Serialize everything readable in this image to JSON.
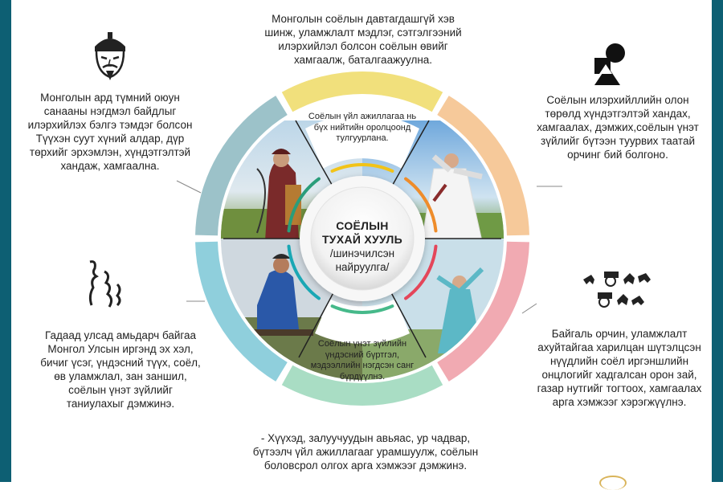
{
  "top_text": "Монголын соёлын давтагдашгүй хэв шинж, уламжлалт мэдлэг, сэтгэлгээний илэрхийлэл болсон соёлын өвийг хамгаалж, баталгаажуулна.",
  "left_top_text": "Монголын ард түмний оюун санааны нэгдмэл байдлыг илэрхийлэх бэлгэ тэмдэг болсон Түүхэн суут хүний алдар, дүр төрхийг эрхэмлэн, хүндэтгэлтэй хандаж, хамгаална.",
  "right_top_text": "Соёлын илэрхийллийн олон төрөлд хүндэтгэлтэй хандах, хамгаалах, дэмжих,соёлын үнэт зүйлийг бүтээн туурвих таатай орчинг бий болгоно.",
  "left_bottom_text": "Гадаад улсад амьдарч байгаа Монгол Улсын иргэнд эх хэл, бичиг үсэг, үндэсний түүх, соёл, өв уламжлал, зан заншил, соёлын үнэт зүйлийг таниулахыг дэмжинэ.",
  "right_bottom_text": "Байгаль орчин, уламжлалт ахуйтайгаа харилцан шүтэлцсэн нүүдлийн соёл иргэншлийн онцлогийг хадгалсан орон зай, газар нутгийг тогтоох, хамгаалах арга хэмжээг хэрэгжүүлнэ.",
  "bottom_text": "- Хүүхэд, залуучуудын авьяас, ур чадвар, бүтээлч үйл ажиллагааг урамшуулж, соёлын боловсрол олгох арга хэмжээг дэмжинэ.",
  "inner_top_label": "Соёлын үйл ажиллагаа нь бүх нийтийн оролцоонд тулгуурлана.",
  "inner_bottom_label": "Соёлын үнэт зүйлийн үндэсний бүртгэл, мэдээллийн нэгдсэн санг бүрдүүлнэ.",
  "center": {
    "title_line1": "СОЁЛЫН",
    "title_line2": "ТУХАЙ ХУУЛЬ",
    "subtitle_line1": "/шинэчилсэн",
    "subtitle_line2": "найруулга/"
  },
  "ring_colors": {
    "top": "#f1e07c",
    "top_right": "#f6c99a",
    "right": "#f1aab2",
    "bottom": "#a9ddc4",
    "left_bottom": "#8fcfdc",
    "left_top": "#9cc2c9"
  },
  "inner_arc_colors": {
    "top": "#f2c318",
    "right_top": "#ee8c2a",
    "right_bottom": "#e4465a",
    "bottom": "#46b98a",
    "left": "#1aa7b4",
    "left_top": "#2a9d7a"
  },
  "icons": [
    "chinggis-portrait-icon",
    "abstract-shapes-icon",
    "mongol-script-icon",
    "horse-carts-icon"
  ]
}
